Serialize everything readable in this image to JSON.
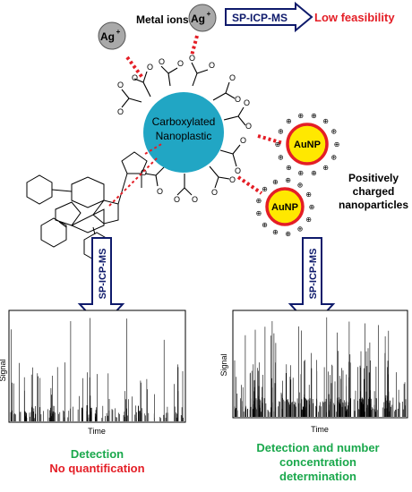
{
  "colors": {
    "red": "#e41e26",
    "green": "#1aa84c",
    "nanoplastic": "#21a6c4",
    "aunp_fill": "#ffe800",
    "aunp_ring": "#e41e26",
    "ion_fill": "#a9a9a9",
    "arrow_border": "#0e1a6b"
  },
  "top": {
    "metal_ions_label": "Metal ions",
    "ion_label": "Ag",
    "ion_charge": "+",
    "method_label": "SP-ICP-MS",
    "feasibility_label": "Low feasibility"
  },
  "center": {
    "nanoplastic_line1": "Carboxylated",
    "nanoplastic_line2": "Nanoplastic",
    "aunp_label": "AuNP",
    "charge_symbol": "⊕",
    "right_label_line1": "Positively",
    "right_label_line2": "charged",
    "right_label_line3": "nanoparticles"
  },
  "arrows": {
    "left_label": "SP-ICP-MS",
    "right_label": "SP-ICP-MS"
  },
  "left_plot": {
    "y_label": "Signal",
    "x_label": "Time",
    "caption_line1": "Detection",
    "caption_line2": "No quantification"
  },
  "right_plot": {
    "y_label": "Signal",
    "x_label": "Time",
    "caption_line1": "Detection and number",
    "caption_line2": "concentration",
    "caption_line3": "determination"
  }
}
